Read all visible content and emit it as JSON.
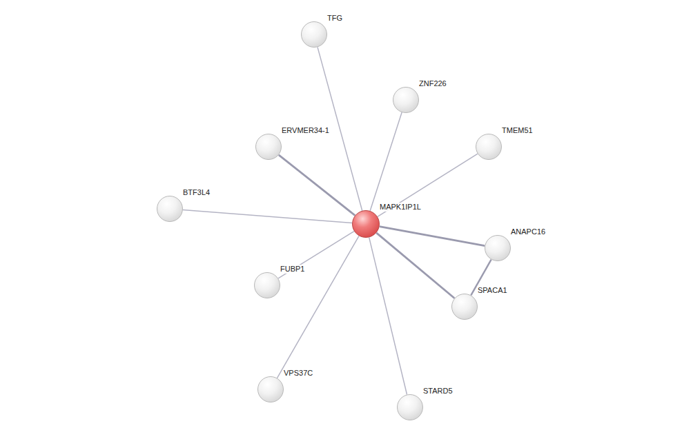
{
  "diagram": {
    "nodes": [
      {
        "text": [
          "TFG"
        ]
      },
      {
        "text": [
          "ZNF226"
        ]
      },
      {
        "text": [
          "ERVMER34-1"
        ]
      },
      {
        "text": [
          "TMEM51"
        ]
      },
      {
        "text": [
          "BTF3L4"
        ]
      },
      {
        "text": [
          "MAPK1IP1L"
        ]
      },
      {
        "text": [
          "ANAPC16"
        ]
      },
      {
        "text": [
          "FUBP1"
        ]
      },
      {
        "text": [
          "SPACA1"
        ]
      },
      {
        "text": [
          "VPS37C"
        ]
      },
      {
        "text": [
          "STARD5"
        ]
      }
    ],
    "edges": [
      {
        "from": 5,
        "to": 0,
        "arrow": "none"
      },
      {
        "from": 5,
        "to": 1,
        "arrow": "none"
      },
      {
        "from": 5,
        "to": 2,
        "arrow": "none"
      },
      {
        "from": 5,
        "to": 3,
        "arrow": "none"
      },
      {
        "from": 5,
        "to": 4,
        "arrow": "none"
      },
      {
        "from": 5,
        "to": 6,
        "arrow": "none"
      },
      {
        "from": 5,
        "to": 7,
        "arrow": "none"
      },
      {
        "from": 5,
        "to": 8,
        "arrow": "none"
      },
      {
        "from": 5,
        "to": 9,
        "arrow": "none"
      },
      {
        "from": 5,
        "to": 10,
        "arrow": "none"
      },
      {
        "from": 6,
        "to": 8,
        "arrow": "none"
      }
    ]
  }
}
